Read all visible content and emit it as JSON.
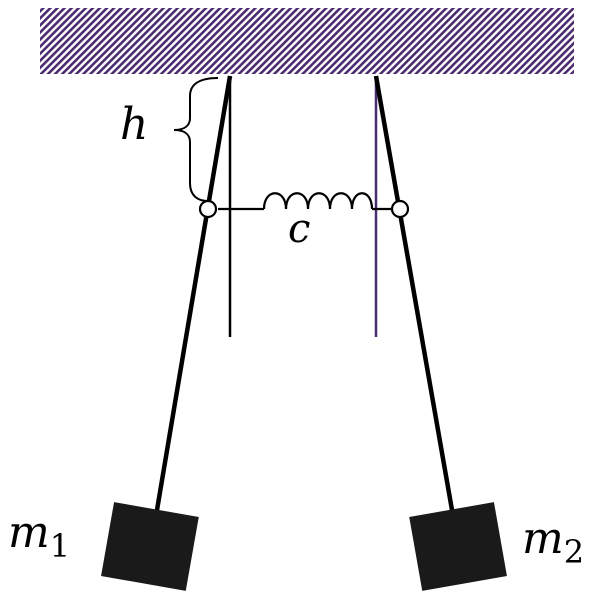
{
  "diagram": {
    "labels": {
      "h": "h",
      "c": "c",
      "m1_main": "m",
      "m1_sub": "1",
      "m2_main": "m",
      "m2_sub": "2"
    },
    "colors": {
      "ceiling_hatch": "#4b2c6e",
      "ink": "#000000",
      "right_rod": "#4b2c6e",
      "background": "#ffffff"
    }
  }
}
